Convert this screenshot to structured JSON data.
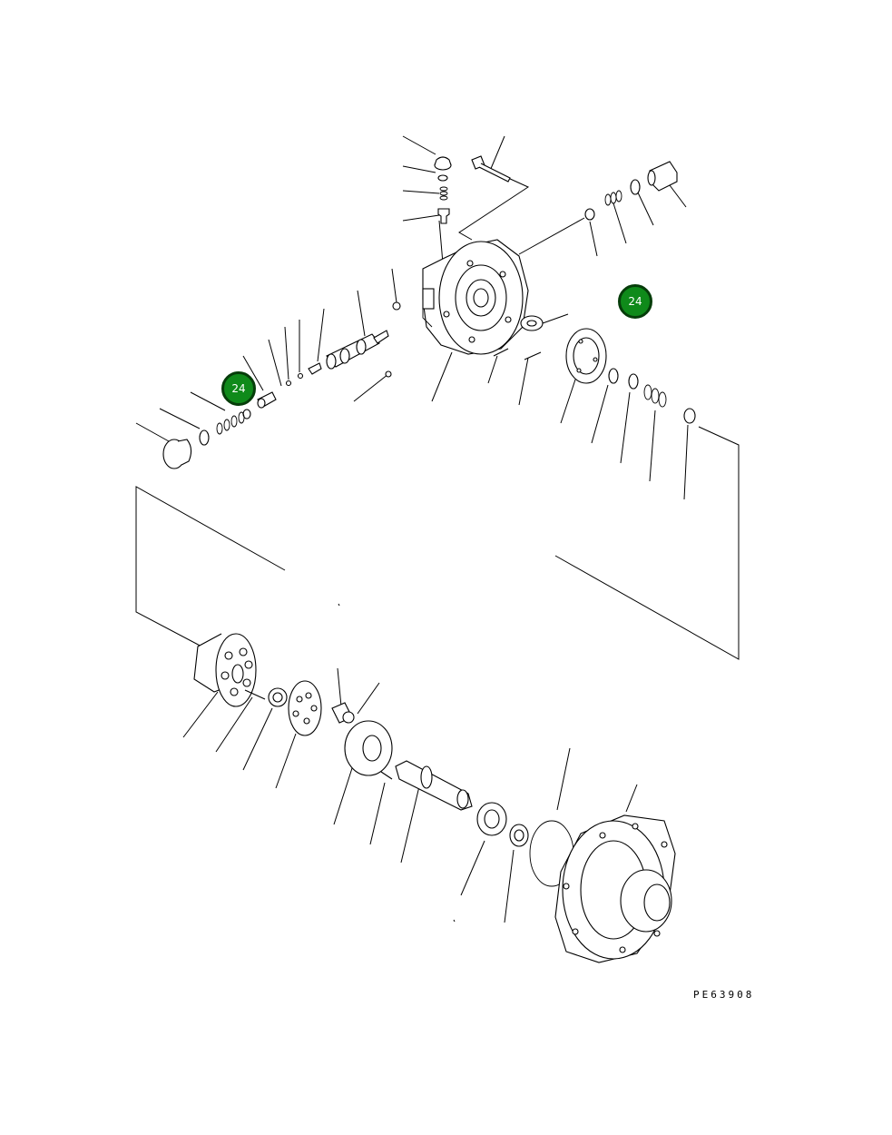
{
  "diagram": {
    "drawing_code": "PE63908",
    "callouts": [
      {
        "label": "24",
        "fill_color": "#0f8a1a"
      },
      {
        "label": "24",
        "fill_color": "#0f8a1a"
      }
    ]
  }
}
